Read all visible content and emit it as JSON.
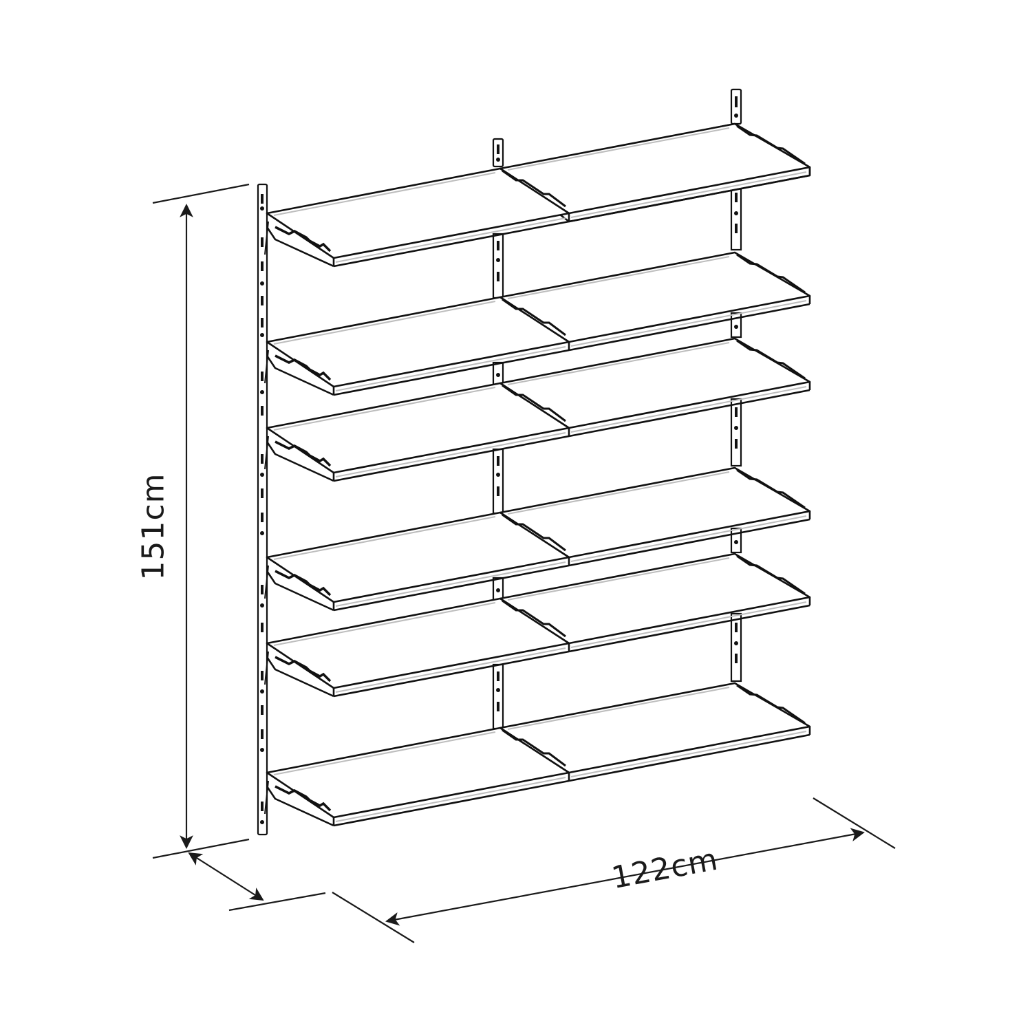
{
  "title": "Wall shelving unit dimension drawing",
  "dimensions": {
    "height_label": "151cm",
    "width_label": "122cm",
    "depth_label": ""
  },
  "unit": {
    "uprights": 3,
    "bays": 2,
    "shelves_per_bay": 6,
    "line_color": "#111111",
    "highlight_color": "#bdbdbd",
    "background_color": "#ffffff"
  }
}
